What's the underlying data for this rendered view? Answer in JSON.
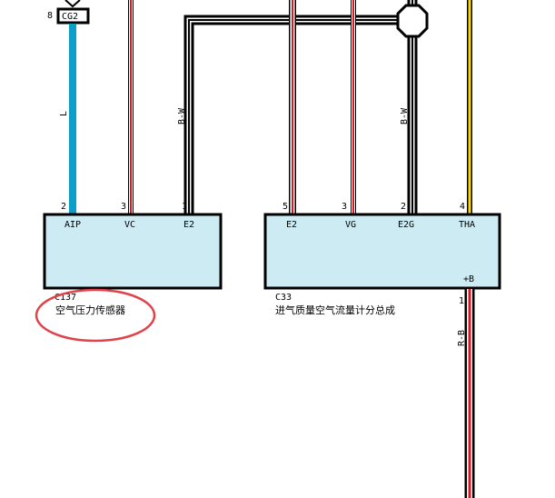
{
  "colors": {
    "box_fill": "#cdebf3",
    "blue_wire": "#0b9ec9",
    "red_wire": "#e0141e",
    "yellow_wire": "#ffd800",
    "black_wire": "#000000",
    "circle_highlight": "#e0424a"
  },
  "top_connector": {
    "pin": "8",
    "code": "CG2"
  },
  "sensor": {
    "code": "C137",
    "name": "空气压力传感器",
    "pins": [
      {
        "num": "2",
        "label": "AIP"
      },
      {
        "num": "3",
        "label": "VC"
      },
      {
        "num": "1",
        "label": "E2"
      }
    ]
  },
  "meter": {
    "code": "C33",
    "name": "进气质量空气流量计分总成",
    "pins": [
      {
        "num": "5",
        "label": "E2"
      },
      {
        "num": "3",
        "label": "VG"
      },
      {
        "num": "2",
        "label": "E2G"
      },
      {
        "num": "4",
        "label": "THA"
      }
    ],
    "power_label": "+B",
    "power_pin": "1"
  },
  "wire_labels": {
    "blue": "L",
    "e2_sensor": "B-W",
    "e2g_meter": "B-W",
    "power": "R-B"
  }
}
